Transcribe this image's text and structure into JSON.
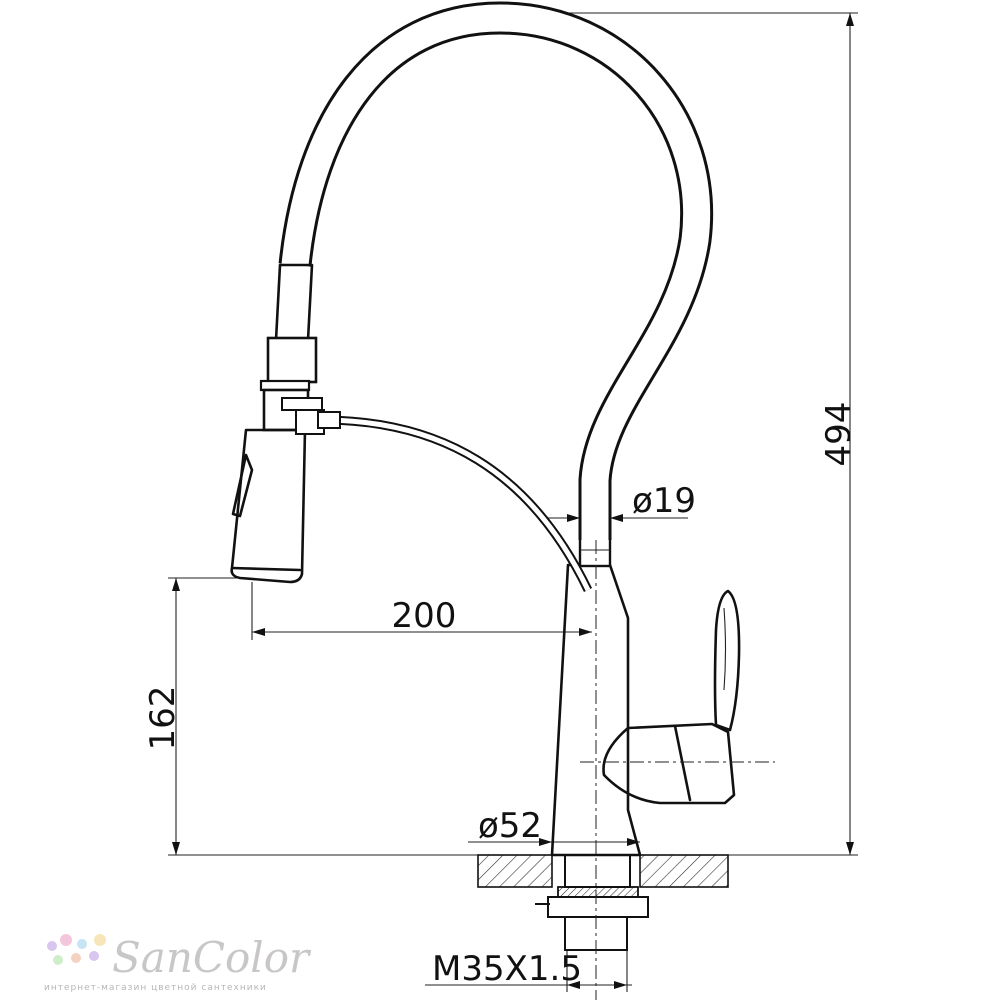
{
  "drawing": {
    "dimensions": {
      "total_height": "494",
      "spout_height": "162",
      "reach": "200",
      "hose_diameter": "ø19",
      "base_diameter": "ø52",
      "thread": "M35X1.5"
    }
  },
  "brand": {
    "name": "SanColor",
    "tagline": "интернет-магазин цветной сантехники",
    "dot_colors": [
      "#d8c6ee",
      "#f4c6dc",
      "#c6e4f4",
      "#f6e6b8",
      "#cdeec9",
      "#f3d2c0"
    ]
  }
}
